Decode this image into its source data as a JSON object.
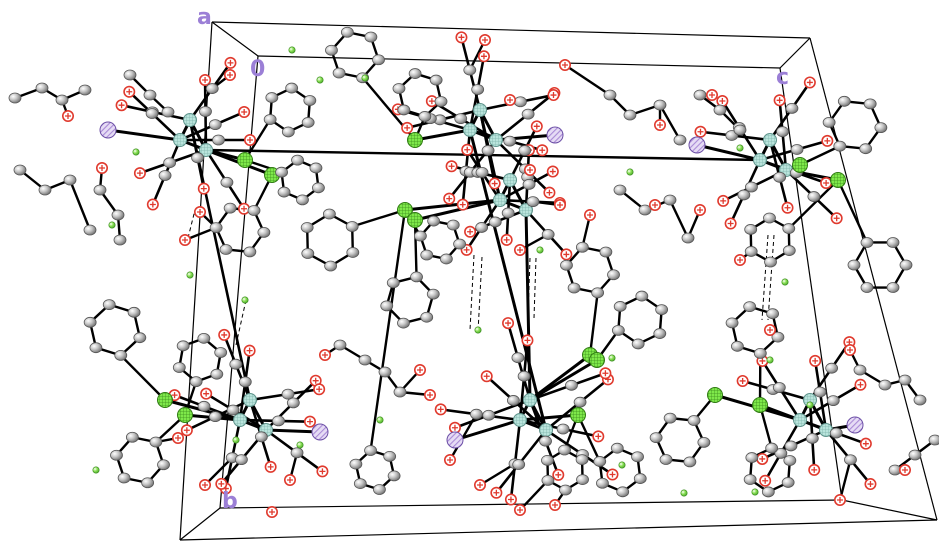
{
  "figure": {
    "axis_labels": {
      "a": "a",
      "o": "0",
      "b": "b",
      "c": "c"
    },
    "colors": {
      "background": "#ffffff",
      "bond": "#000000",
      "cell_edge": "#000000",
      "carbon": "#c8c8c8",
      "oxygen": "#e03a2e",
      "phosphorus": "#7ee84a",
      "metal": "#b9e4dc",
      "iodine": "#a98ad6",
      "hydrogen": "#8fe35a",
      "hbond": "#000000",
      "axis_label": "#9b7fd6"
    }
  }
}
